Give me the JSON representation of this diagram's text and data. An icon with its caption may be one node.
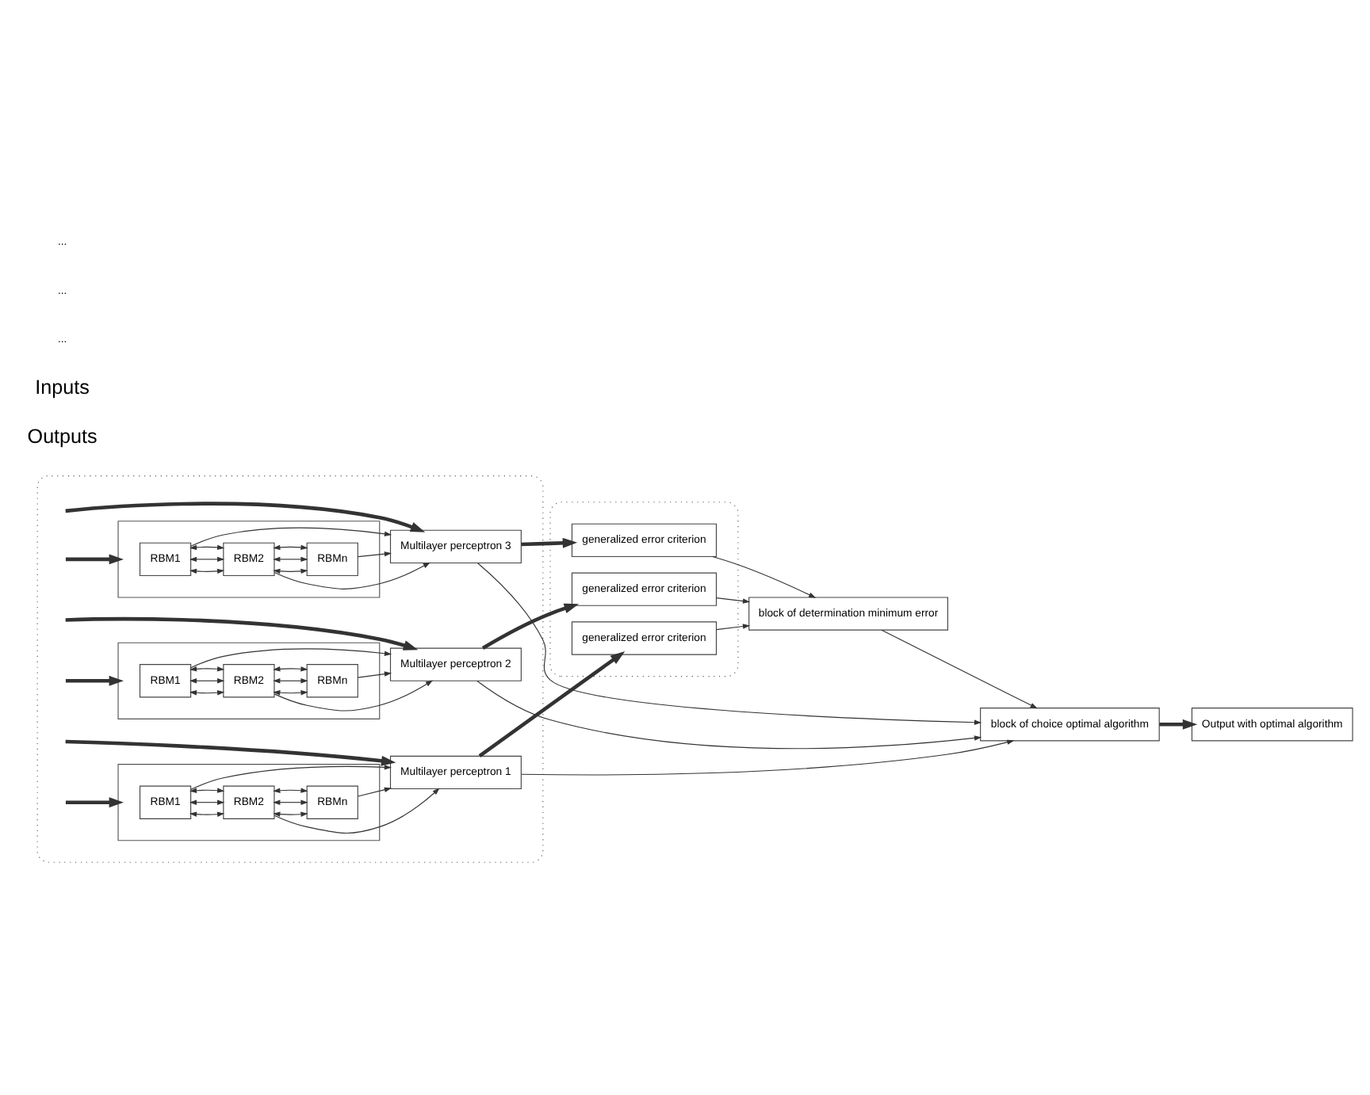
{
  "diagram": {
    "nodes": [
      {
        "text": [],
        "shape": "box"
      },
      {
        "text": [
          "Multilayer perceptron 3"
        ],
        "in": 0
      },
      {
        "text": [],
        "shape": "box",
        "in": 0
      },
      {
        "text": [
          "RBM1"
        ],
        "in": 2
      },
      {
        "text": [
          "RBM2"
        ],
        "in": 2
      },
      {
        "text": [
          "RBMn"
        ],
        "in": 2
      },
      {
        "text": [
          "Multilayer perceptron 2"
        ],
        "in": 0
      },
      {
        "text": [],
        "shape": "box",
        "in": 0
      },
      {
        "text": [
          "RBM1"
        ],
        "in": 7
      },
      {
        "text": [
          "RBM2"
        ],
        "in": 7
      },
      {
        "text": [
          "RBMn"
        ],
        "in": 7
      },
      {
        "text": [
          "Multilayer perceptron 1"
        ],
        "in": 0
      },
      {
        "text": [],
        "shape": "box",
        "in": 0
      },
      {
        "text": [
          "RBM1"
        ],
        "in": 12
      },
      {
        "text": [
          "RBM2"
        ],
        "in": 12
      },
      {
        "text": [
          "RBMn"
        ],
        "in": 12
      },
      {
        "text": [],
        "shape": "box"
      },
      {
        "text": [
          "generalized error criterion"
        ],
        "in": 16
      },
      {
        "text": [
          "generalized error criterion"
        ],
        "in": 16
      },
      {
        "text": [
          "generalized error criterion"
        ],
        "in": 16
      },
      {
        "text": [
          "block of determination minimum error"
        ]
      },
      {
        "text": [
          "block of choice optimal algorithm"
        ]
      },
      {
        "text": [
          "Output with optimal algorithm"
        ]
      }
    ],
    "edges": [
      {
        "from": null,
        "to": 1,
        "arrow": "to",
        "style": "thick"
      },
      {
        "from": null,
        "to": 2,
        "arrow": "to",
        "style": "thick"
      },
      {
        "from": null,
        "to": 6,
        "arrow": "to",
        "style": "thick"
      },
      {
        "from": null,
        "to": 7,
        "arrow": "to",
        "style": "thick"
      },
      {
        "from": null,
        "to": 11,
        "arrow": "to",
        "style": "thick"
      },
      {
        "from": null,
        "to": 12,
        "arrow": "to",
        "style": "thick"
      },
      {
        "from": 3,
        "to": 1,
        "arrow": "to"
      },
      {
        "from": 4,
        "to": 1,
        "arrow": "to"
      },
      {
        "from": 5,
        "to": 1,
        "arrow": "to"
      },
      {
        "from": 3,
        "to": 4,
        "arrow": "both"
      },
      {
        "from": 3,
        "to": 4,
        "arrow": "both"
      },
      {
        "from": 3,
        "to": 4,
        "arrow": "both"
      },
      {
        "from": 4,
        "to": 5,
        "arrow": "both"
      },
      {
        "from": 4,
        "to": 5,
        "arrow": "both"
      },
      {
        "from": 4,
        "to": 5,
        "arrow": "both"
      },
      {
        "from": 8,
        "to": 6,
        "arrow": "to"
      },
      {
        "from": 9,
        "to": 6,
        "arrow": "to"
      },
      {
        "from": 10,
        "to": 6,
        "arrow": "to"
      },
      {
        "from": 8,
        "to": 9,
        "arrow": "both"
      },
      {
        "from": 8,
        "to": 9,
        "arrow": "both"
      },
      {
        "from": 8,
        "to": 9,
        "arrow": "both"
      },
      {
        "from": 9,
        "to": 10,
        "arrow": "both"
      },
      {
        "from": 9,
        "to": 10,
        "arrow": "both"
      },
      {
        "from": 9,
        "to": 10,
        "arrow": "both"
      },
      {
        "from": 13,
        "to": 11,
        "arrow": "to"
      },
      {
        "from": 14,
        "to": 11,
        "arrow": "to"
      },
      {
        "from": 15,
        "to": 11,
        "arrow": "to"
      },
      {
        "from": 13,
        "to": 14,
        "arrow": "both"
      },
      {
        "from": 13,
        "to": 14,
        "arrow": "both"
      },
      {
        "from": 13,
        "to": 14,
        "arrow": "both"
      },
      {
        "from": 14,
        "to": 15,
        "arrow": "both"
      },
      {
        "from": 14,
        "to": 15,
        "arrow": "both"
      },
      {
        "from": 14,
        "to": 15,
        "arrow": "both"
      },
      {
        "from": 1,
        "to": 17,
        "arrow": "to",
        "style": "thick"
      },
      {
        "from": 6,
        "to": 18,
        "arrow": "to",
        "style": "thick"
      },
      {
        "from": 11,
        "to": 19,
        "arrow": "to",
        "style": "thick"
      },
      {
        "from": 1,
        "to": 21,
        "arrow": "to"
      },
      {
        "from": 6,
        "to": 21,
        "arrow": "to"
      },
      {
        "from": 11,
        "to": 21,
        "arrow": "to"
      },
      {
        "from": 17,
        "to": 20,
        "arrow": "to"
      },
      {
        "from": 18,
        "to": 20,
        "arrow": "to"
      },
      {
        "from": 19,
        "to": 20,
        "arrow": "to"
      },
      {
        "from": 20,
        "to": 21,
        "arrow": "to"
      },
      {
        "from": 21,
        "to": 22,
        "arrow": "to",
        "style": "thick"
      }
    ],
    "labels": [
      "Outputs",
      "Inputs",
      "...",
      "...",
      "..."
    ]
  }
}
